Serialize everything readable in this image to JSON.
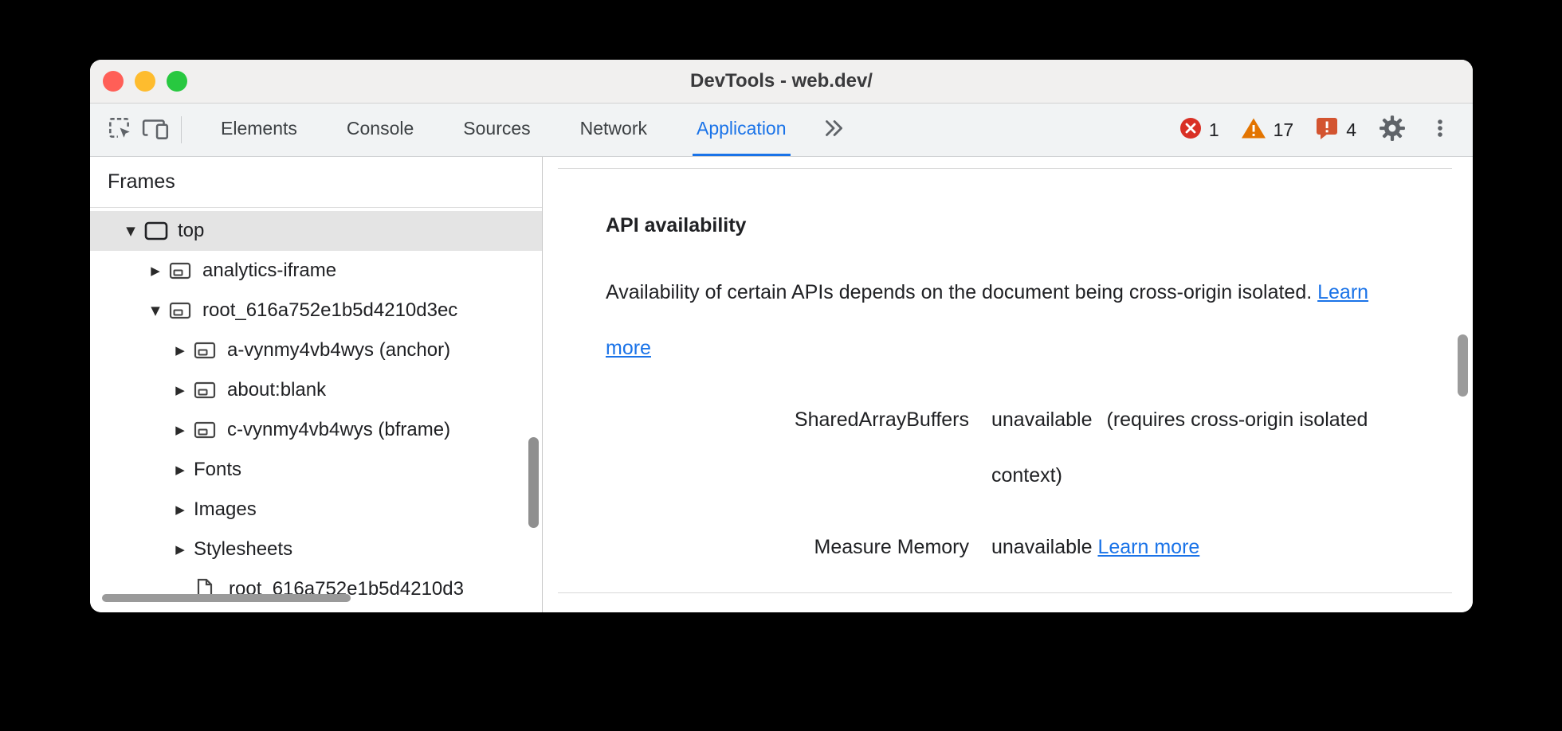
{
  "titlebar": {
    "title": "DevTools - web.dev/"
  },
  "toolbar": {
    "tabs": [
      {
        "label": "Elements",
        "active": false
      },
      {
        "label": "Console",
        "active": false
      },
      {
        "label": "Sources",
        "active": false
      },
      {
        "label": "Network",
        "active": false
      },
      {
        "label": "Application",
        "active": true
      }
    ],
    "error_count": "1",
    "warning_count": "17",
    "issue_count": "4"
  },
  "colors": {
    "accent_blue": "#1a73e8",
    "error_red": "#d93025",
    "warning_orange": "#e37400",
    "issues_orange": "#d35430",
    "traffic_red": "#ff5f57",
    "traffic_yellow": "#febc2e",
    "traffic_green": "#28c840",
    "selected_row": "#e4e4e4"
  },
  "icons": {
    "expanded": "▼",
    "collapsed": "▶"
  },
  "sidebar": {
    "header": "Frames",
    "tree": [
      {
        "label": "top"
      },
      {
        "label": "analytics-iframe"
      },
      {
        "label": "root_616a752e1b5d4210d3ec"
      },
      {
        "label": "a-vynmy4vb4wys (anchor)"
      },
      {
        "label": "about:blank"
      },
      {
        "label": "c-vynmy4vb4wys (bframe)"
      },
      {
        "label": "Fonts"
      },
      {
        "label": "Images"
      },
      {
        "label": "Stylesheets"
      },
      {
        "label": "root_616a752e1b5d4210d3"
      }
    ]
  },
  "main": {
    "heading": "API availability",
    "description": "Availability of certain APIs depends on the document being cross-origin isolated.",
    "description_link": "Learn more",
    "availability": [
      {
        "api": "SharedArrayBuffers",
        "status": "unavailable",
        "note": "(requires cross-origin isolated context)"
      },
      {
        "api": "Measure Memory",
        "status": "unavailable",
        "link": "Learn more"
      }
    ]
  }
}
